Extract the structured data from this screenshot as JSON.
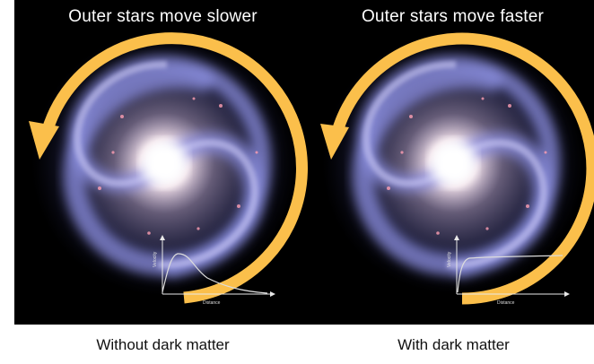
{
  "panels": [
    {
      "title": "Outer stars move slower",
      "caption": "Without dark matter",
      "inset": {
        "ylabel": "Velocity",
        "xlabel": "Distance",
        "curve": "declining"
      }
    },
    {
      "title": "Outer stars move faster",
      "caption": "With dark matter",
      "inset": {
        "ylabel": "Velocity",
        "xlabel": "Distance",
        "curve": "flat"
      }
    }
  ],
  "colors": {
    "arrow": "#FBBF4B",
    "background": "#000000",
    "galaxy_core": "#FFFFFF",
    "galaxy_arms": "#8C8FE0",
    "galaxy_edge": "#3A3F8A"
  }
}
